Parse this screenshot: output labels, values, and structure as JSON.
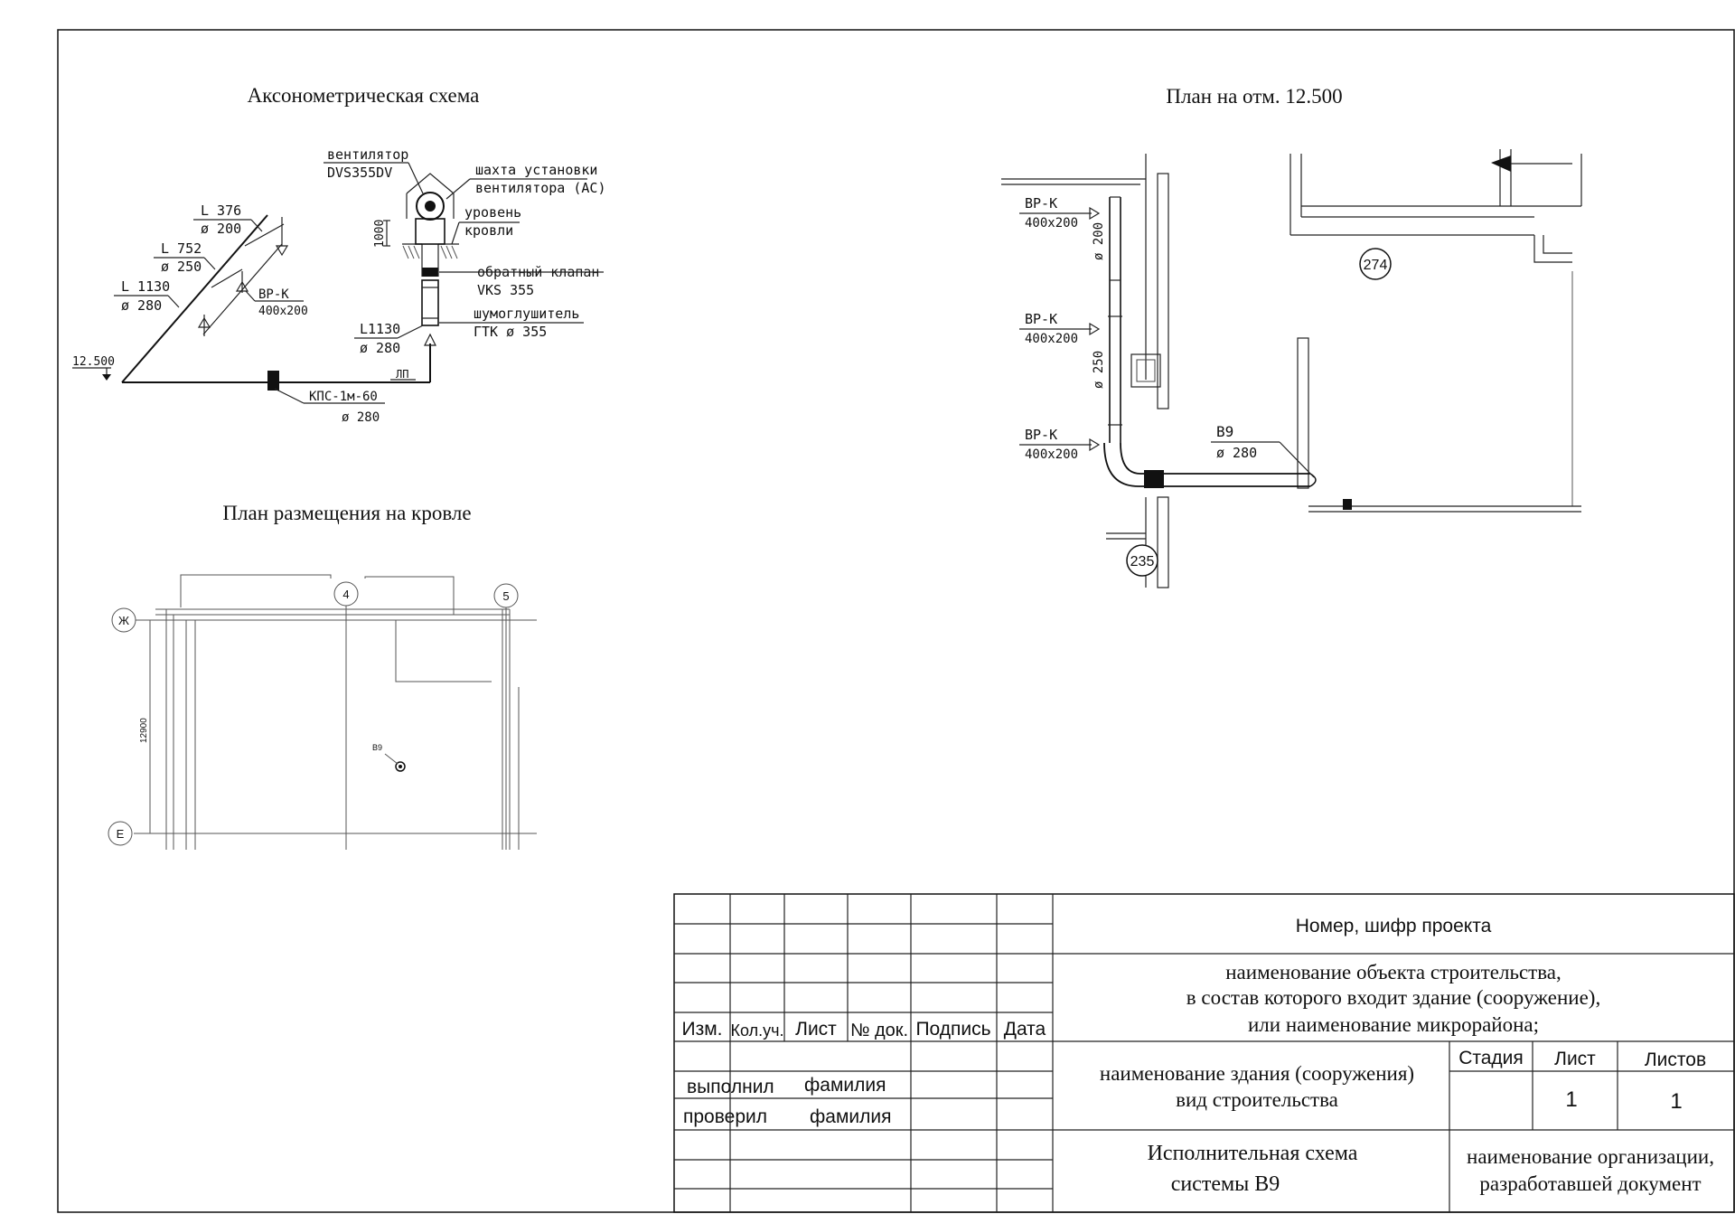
{
  "views": {
    "axon_title": "Аксонометрическая схема",
    "roof_title": "План размещения на кровле",
    "plan_title": "План на отм. 12.500"
  },
  "axon": {
    "fan_label_1": "вентилятор",
    "fan_label_2": "DVS355DV",
    "shaft_label_1": "шахта установки",
    "shaft_label_2": "вентилятора (АС)",
    "roof_label_1": "уровень",
    "roof_label_2": "кровли",
    "dim_1000": "1000",
    "valve_label_1": "обратный клапан",
    "valve_label_2": "VKS 355",
    "silencer_label_1": "шумоглушитель",
    "silencer_label_2": "ГТК    ø 355",
    "seg_l376": "L 376",
    "seg_d200": "ø 200",
    "seg_l752": "L 752",
    "seg_d250": "ø 250",
    "seg_l1130a": "L 1130",
    "seg_d280a": "ø 280",
    "grille_1": "ВР-К",
    "grille_2": "400x200",
    "riser_l1130": "L1130",
    "riser_d280": "ø 280",
    "elev": "12.500",
    "lp": "ЛП",
    "damper_1": "КПС-1м-60",
    "damper_2": "ø 280"
  },
  "roof": {
    "axis_4": "4",
    "axis_5": "5",
    "axis_zh": "Ж",
    "axis_e": "Е",
    "dim_12900": "12900",
    "marker": "В9"
  },
  "plan": {
    "g1a": "ВР-К",
    "g1b": "400x200",
    "g2a": "ВР-К",
    "g2b": "400x200",
    "g3a": "ВР-К",
    "g3b": "400x200",
    "d200": "ø 200",
    "d250": "ø 250",
    "b9a": "В9",
    "b9b": "ø 280",
    "room_274": "274",
    "room_235": "235"
  },
  "stamp": {
    "col_izm": "Изм.",
    "col_kol": "Кол.уч.",
    "col_list": "Лист",
    "col_doc": "№ док.",
    "col_sign": "Подпись",
    "col_date": "Дата",
    "role_1": "выполнил",
    "name_1": "фамилия",
    "role_2": "проверил",
    "name_2": "фамилия",
    "project_code": "Номер, шифр проекта",
    "object_1": "наименование объекта строительства,",
    "object_2": "в состав которого входит здание (сооружение),",
    "object_3": "или наименование микрорайона;",
    "building_1": "наименование здания (сооружения)",
    "building_2": "вид строительства",
    "stage": "Стадия",
    "sheet": "Лист",
    "sheets": "Листов",
    "sheet_val": "1",
    "sheets_val": "1",
    "title_1": "Исполнительная схема",
    "title_2": "системы В9",
    "org_1": "наименование организации,",
    "org_2": "разработавшей документ"
  }
}
